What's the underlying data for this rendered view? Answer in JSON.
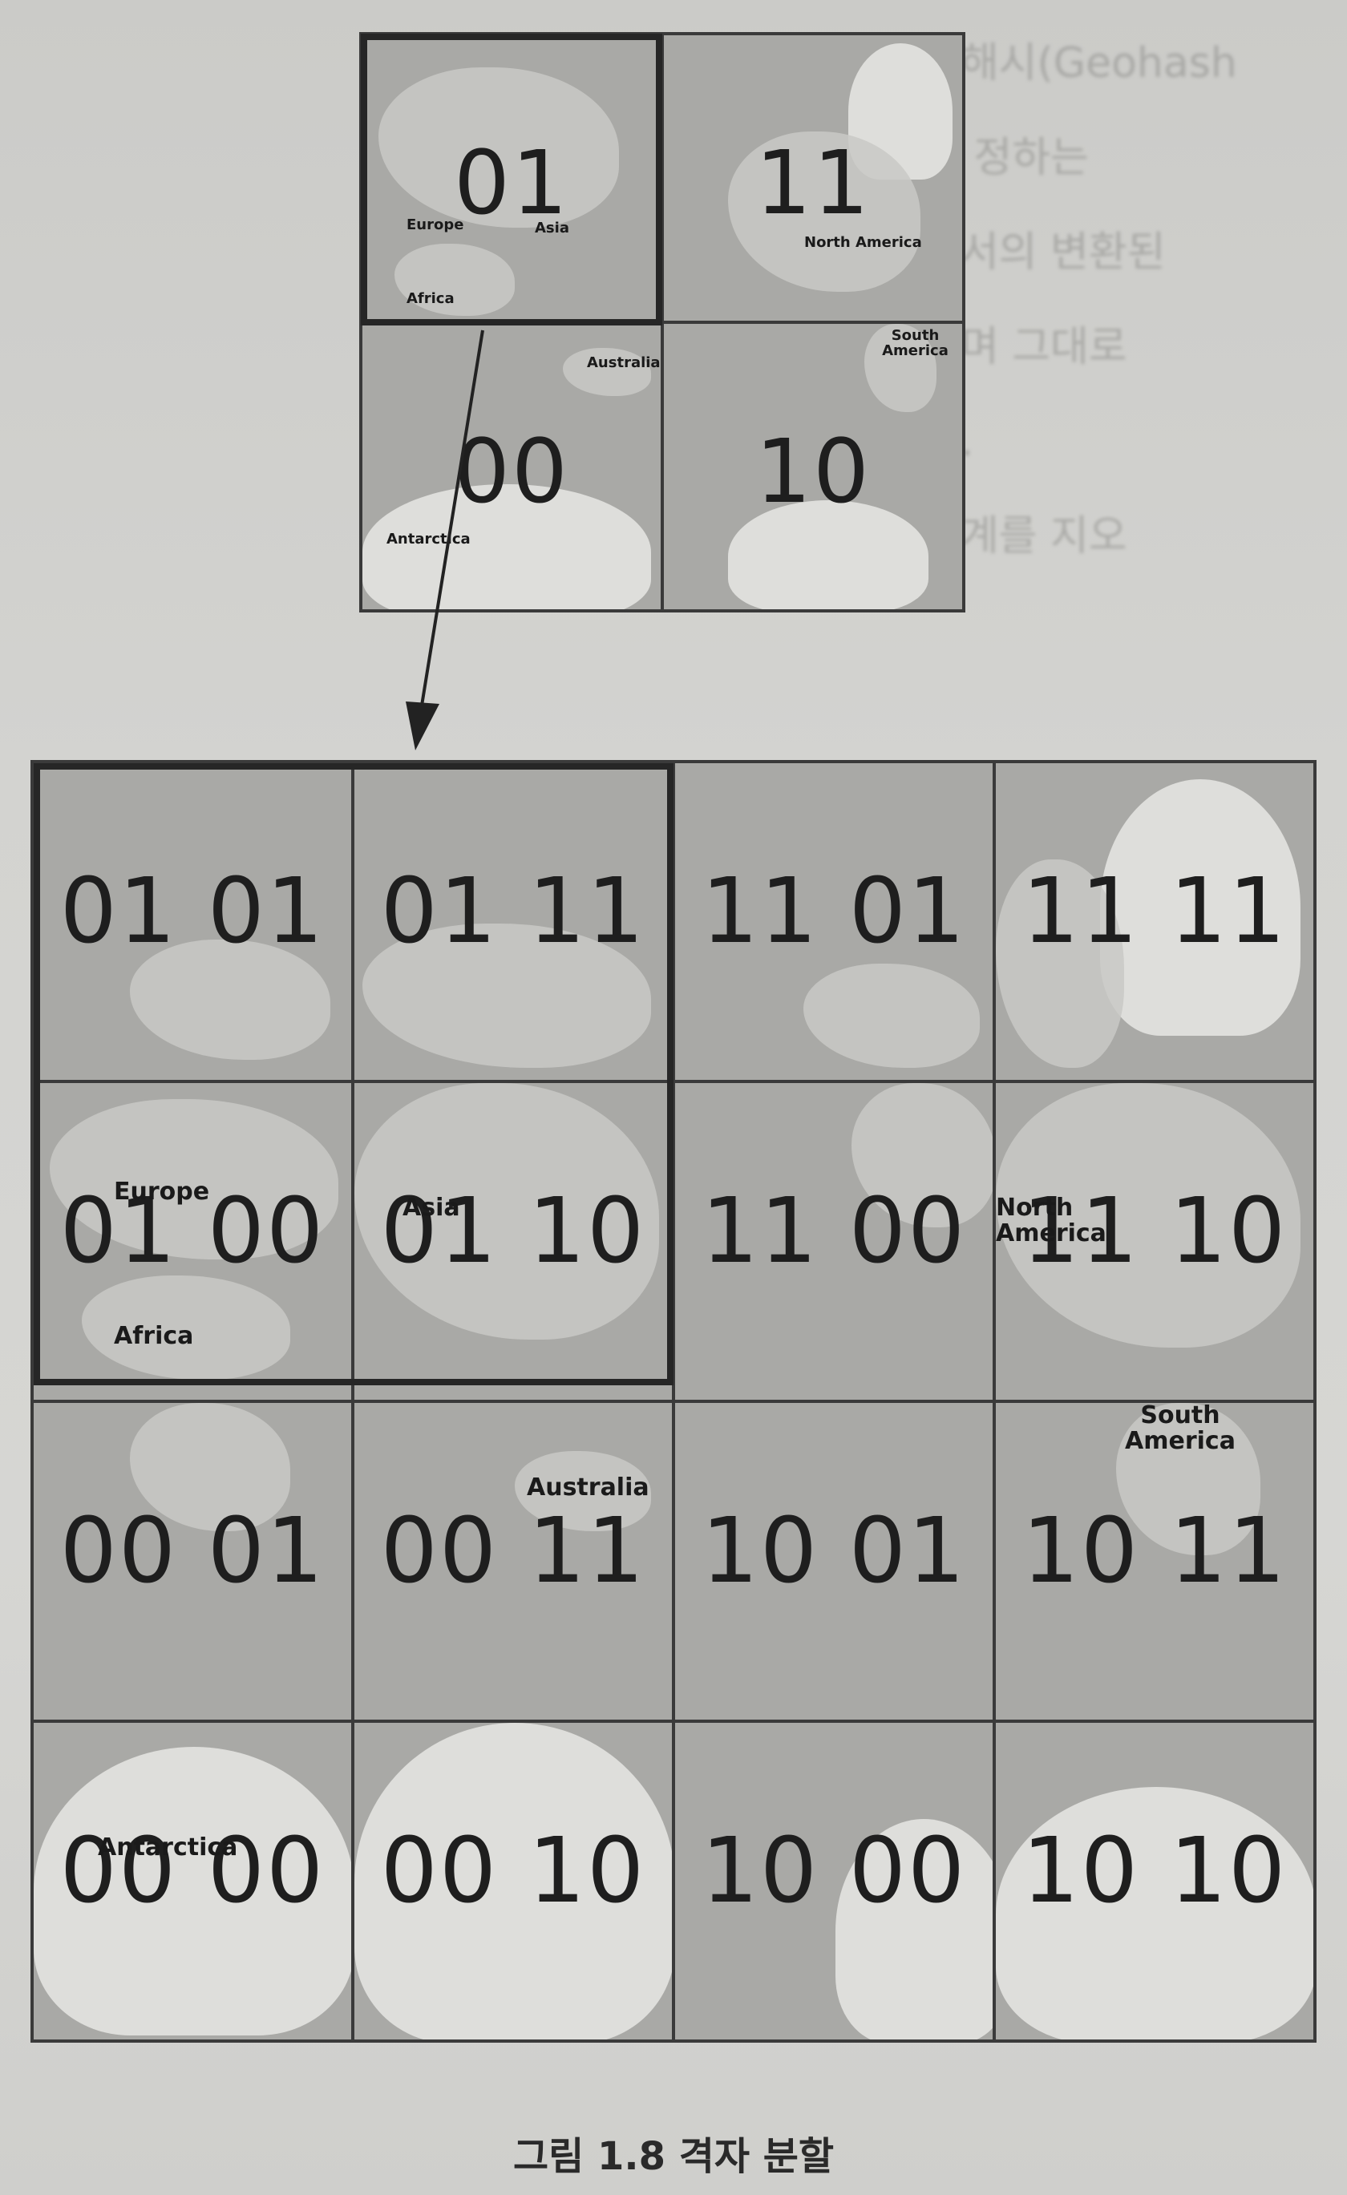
{
  "figure": {
    "caption": "그림 1.8 격자 분할",
    "overview_grid": {
      "cells": [
        {
          "code": "01",
          "regions": [
            "Europe",
            "Asia",
            "Africa"
          ]
        },
        {
          "code": "11",
          "regions": [
            "North America"
          ]
        },
        {
          "code": "00",
          "regions": [
            "Australia",
            "Antarctica"
          ]
        },
        {
          "code": "10",
          "regions": [
            "South America"
          ]
        }
      ]
    },
    "detail_grid": {
      "rows": [
        [
          {
            "code": "01 01",
            "regions": []
          },
          {
            "code": "01 11",
            "regions": []
          },
          {
            "code": "11 01",
            "regions": []
          },
          {
            "code": "11 11",
            "regions": []
          }
        ],
        [
          {
            "code": "01 00",
            "regions": [
              "Europe",
              "Africa"
            ]
          },
          {
            "code": "01 10",
            "regions": [
              "Asia"
            ]
          },
          {
            "code": "11 00",
            "regions": []
          },
          {
            "code": "11 10",
            "regions": [
              "North America"
            ]
          }
        ],
        [
          {
            "code": "00 01",
            "regions": []
          },
          {
            "code": "00 11",
            "regions": [
              "Australia"
            ]
          },
          {
            "code": "10 01",
            "regions": []
          },
          {
            "code": "10 11",
            "regions": [
              "South America"
            ]
          }
        ],
        [
          {
            "code": "00 00",
            "regions": [
              "Antarctica"
            ]
          },
          {
            "code": "00 10",
            "regions": []
          },
          {
            "code": "10 00",
            "regions": []
          },
          {
            "code": "10 10",
            "regions": []
          }
        ]
      ]
    }
  },
  "adjacent_page_fragment": {
    "lines": [
      "오해시(Geohash",
      "로 정하는",
      "에서의 변환된",
      "이며 그대로",
      "자.",
      "세계를 지오"
    ]
  }
}
